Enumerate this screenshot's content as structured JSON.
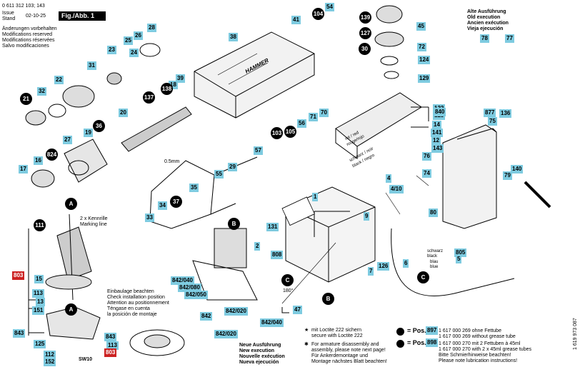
{
  "header": {
    "doc_number": "0 611 312 103; 143",
    "issue_label": "Issue",
    "stand_label": "Stand",
    "issue_date": "02-10-25",
    "fig_label": "Fig./Abb. 1",
    "changes": [
      "Änderungen vorbehalten",
      "Modifications reserved",
      "Modifications réservées",
      "Salvo modificaciones"
    ]
  },
  "old_execution": [
    "Alte Ausführung",
    "Old execution",
    "Ancien exécution",
    "Vieja ejecución"
  ],
  "new_execution": [
    "Neue Ausführung",
    "New execution",
    "Nouvelle exécution",
    "Nueva ejecución"
  ],
  "install_note": [
    "Einbaulage beachten",
    "Check installation position",
    "Attention au positionnement",
    "Téngase en cuenta",
    "la posición de montaje"
  ],
  "marking_line": [
    "2 x Kennrille",
    "Marking line"
  ],
  "wire_colors": {
    "rot": "rot / red",
    "rouge": "rouge/rojo",
    "schwarz": "schwarz / noir",
    "schwarz2": "black / negro",
    "side_schwarz": "schwarz",
    "side_black": "black",
    "side_blau": "blau",
    "side_blue": "blue"
  },
  "gap": "0.5mm",
  "angle": "180°",
  "sw": "SW10",
  "hammer": "HAMMER",
  "loctite": [
    "mit Loctite 222 sichern",
    "secure with Loctite 222"
  ],
  "disassembly": [
    "For armature disassembly and",
    "assembly, please note next page!",
    "Für Ankerdemontage und",
    "Montage nächstes Blatt beachten!"
  ],
  "pos897": {
    "label": "= Pos.",
    "num": "897",
    "lines": [
      "1 617 000 269 ohne Fettube",
      "1 617 000 269 without grease tube"
    ]
  },
  "pos898": {
    "label": "= Pos.",
    "num": "898",
    "lines": [
      "1 617 000 270 mit 2 Fettuben à 45ml",
      "1 617 000 270 with 2 x 45ml grease tubes",
      "Bitte Schmierhinweise beachten!",
      "Please note lubrication instructions!"
    ]
  },
  "side_code": "1 619 973 087",
  "labels": [
    {
      "t": "54",
      "k": "box"
    },
    {
      "t": "104",
      "k": "circ"
    },
    {
      "t": "41",
      "k": "box"
    },
    {
      "t": "139",
      "k": "circ"
    },
    {
      "t": "127",
      "k": "circ"
    },
    {
      "t": "45",
      "k": "box"
    },
    {
      "t": "30",
      "k": "circ"
    },
    {
      "t": "72",
      "k": "box"
    },
    {
      "t": "124",
      "k": "box"
    },
    {
      "t": "129",
      "k": "box"
    },
    {
      "t": "78",
      "k": "box"
    },
    {
      "t": "77",
      "k": "box"
    },
    {
      "t": "28",
      "k": "box"
    },
    {
      "t": "26",
      "k": "box"
    },
    {
      "t": "25",
      "k": "box"
    },
    {
      "t": "23",
      "k": "box"
    },
    {
      "t": "24",
      "k": "box"
    },
    {
      "t": "38",
      "k": "box"
    },
    {
      "t": "31",
      "k": "box"
    },
    {
      "t": "22",
      "k": "box"
    },
    {
      "t": "39",
      "k": "box"
    },
    {
      "t": "18",
      "k": "box"
    },
    {
      "t": "138",
      "k": "circ"
    },
    {
      "t": "137",
      "k": "circ"
    },
    {
      "t": "21",
      "k": "circ"
    },
    {
      "t": "32",
      "k": "box"
    },
    {
      "t": "20",
      "k": "box"
    },
    {
      "t": "36",
      "k": "circ"
    },
    {
      "t": "19",
      "k": "box"
    },
    {
      "t": "27",
      "k": "box"
    },
    {
      "t": "824",
      "k": "circ"
    },
    {
      "t": "16",
      "k": "box"
    },
    {
      "t": "17",
      "k": "box"
    },
    {
      "t": "122",
      "k": "box"
    },
    {
      "t": "123",
      "k": "box"
    },
    {
      "t": "840",
      "k": "box"
    },
    {
      "t": "14",
      "k": "box"
    },
    {
      "t": "141",
      "k": "box"
    },
    {
      "t": "12",
      "k": "box"
    },
    {
      "t": "143",
      "k": "box"
    },
    {
      "t": "877",
      "k": "box"
    },
    {
      "t": "75",
      "k": "box"
    },
    {
      "t": "136",
      "k": "box"
    },
    {
      "t": "70",
      "k": "box"
    },
    {
      "t": "71",
      "k": "box"
    },
    {
      "t": "56",
      "k": "box"
    },
    {
      "t": "103",
      "k": "circ"
    },
    {
      "t": "105",
      "k": "circ"
    },
    {
      "t": "57",
      "k": "box"
    },
    {
      "t": "29",
      "k": "box"
    },
    {
      "t": "55",
      "k": "box"
    },
    {
      "t": "35",
      "k": "box"
    },
    {
      "t": "37",
      "k": "circ"
    },
    {
      "t": "34",
      "k": "box"
    },
    {
      "t": "33",
      "k": "box"
    },
    {
      "t": "76",
      "k": "box"
    },
    {
      "t": "74",
      "k": "box"
    },
    {
      "t": "79",
      "k": "box"
    },
    {
      "t": "140",
      "k": "box"
    },
    {
      "t": "4",
      "k": "box"
    },
    {
      "t": "4/10",
      "k": "box"
    },
    {
      "t": "1",
      "k": "box"
    },
    {
      "t": "9",
      "k": "box"
    },
    {
      "t": "80",
      "k": "box"
    },
    {
      "t": "131",
      "k": "box"
    },
    {
      "t": "111",
      "k": "circ"
    },
    {
      "t": "2",
      "k": "box"
    },
    {
      "t": "808",
      "k": "box"
    },
    {
      "t": "7",
      "k": "box"
    },
    {
      "t": "126",
      "k": "box"
    },
    {
      "t": "6",
      "k": "box"
    },
    {
      "t": "805",
      "k": "box"
    },
    {
      "t": "5",
      "k": "box"
    },
    {
      "t": "803",
      "k": "red"
    },
    {
      "t": "15",
      "k": "box"
    },
    {
      "t": "113",
      "k": "box"
    },
    {
      "t": "13",
      "k": "box"
    },
    {
      "t": "151",
      "k": "box"
    },
    {
      "t": "843",
      "k": "box"
    },
    {
      "t": "125",
      "k": "box"
    },
    {
      "t": "112",
      "k": "box"
    },
    {
      "t": "152",
      "k": "box"
    },
    {
      "t": "842/040",
      "k": "box"
    },
    {
      "t": "842/080",
      "k": "box"
    },
    {
      "t": "842/050",
      "k": "box"
    },
    {
      "t": "842",
      "k": "box"
    },
    {
      "t": "842/020",
      "k": "box"
    },
    {
      "t": "842/040",
      "k": "box"
    },
    {
      "t": "842/020",
      "k": "box"
    },
    {
      "t": "47",
      "k": "box"
    },
    {
      "t": "843",
      "k": "box"
    },
    {
      "t": "113",
      "k": "box"
    },
    {
      "t": "803",
      "k": "red"
    },
    {
      "t": "A",
      "k": "circ"
    },
    {
      "t": "A",
      "k": "circ"
    },
    {
      "t": "B",
      "k": "circ"
    },
    {
      "t": "B",
      "k": "circ"
    },
    {
      "t": "C",
      "k": "circ"
    },
    {
      "t": "C",
      "k": "circ"
    }
  ]
}
